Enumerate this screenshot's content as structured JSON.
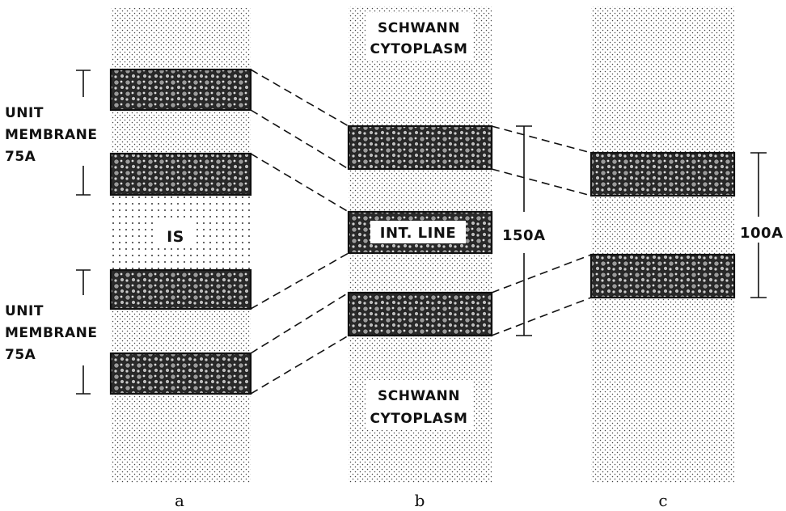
{
  "labels": {
    "unit_membrane_word1": "UNIT",
    "unit_membrane_word2": "MEMBRANE",
    "unit_membrane_size": "75A",
    "interspace": "IS",
    "schwann_word1": "SCHWANN",
    "schwann_word2": "CYTOPLASM",
    "intermediate_line": "INT. LINE",
    "dim_b": "150A",
    "dim_c": "100A"
  },
  "panels": {
    "a": "a",
    "b": "b",
    "c": "c"
  },
  "colors": {
    "ink": "#111111",
    "band_fill": "#3a3a3a",
    "stipple": "#555555",
    "background": "#ffffff"
  }
}
